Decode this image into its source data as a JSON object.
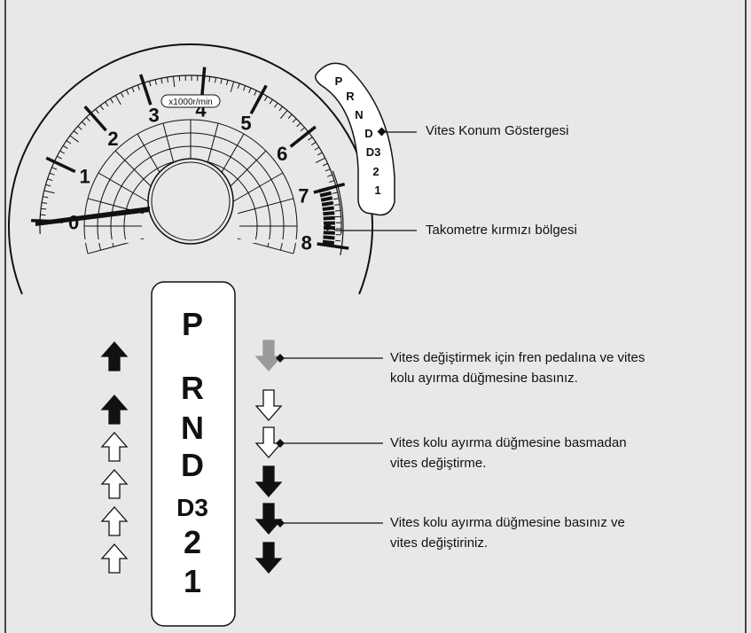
{
  "colors": {
    "background": "#e8e8e8",
    "stroke": "#111111",
    "panel": "#ffffff",
    "gray_arrow": "#9a9a9a"
  },
  "tachometer": {
    "tick_labels": [
      "0",
      "1",
      "2",
      "3",
      "4",
      "5",
      "6",
      "7",
      "8"
    ],
    "unit_label": "x1000r/min",
    "redline_from": 7,
    "redline_to": 8,
    "needle_value": 0
  },
  "gear_indicator": {
    "positions": [
      "P",
      "R",
      "N",
      "D",
      "D3",
      "2",
      "1"
    ],
    "callout": "Vites Konum Göstergesi"
  },
  "redzone_callout": "Takometre kırmızı bölgesi",
  "shift_panel": {
    "positions": [
      "P",
      "R",
      "N",
      "D",
      "D3",
      "2",
      "1"
    ],
    "left_arrows": [
      {
        "direction": "up",
        "style": "black"
      },
      {
        "direction": "up",
        "style": "black"
      },
      {
        "direction": "up",
        "style": "white"
      },
      {
        "direction": "up",
        "style": "white"
      },
      {
        "direction": "up",
        "style": "white"
      },
      {
        "direction": "up",
        "style": "white"
      }
    ],
    "right_arrows": [
      {
        "direction": "down",
        "style": "gray"
      },
      {
        "direction": "down",
        "style": "white"
      },
      {
        "direction": "down",
        "style": "white"
      },
      {
        "direction": "down",
        "style": "black"
      },
      {
        "direction": "down",
        "style": "black"
      },
      {
        "direction": "down",
        "style": "black"
      }
    ]
  },
  "legend": [
    {
      "style": "gray",
      "lines": [
        "Vites değiştirmek için fren pedalına ve vites",
        "kolu ayırma düğmesine basınız."
      ]
    },
    {
      "style": "white",
      "lines": [
        "Vites kolu ayırma düğmesine basmadan",
        "vites değiştirme."
      ]
    },
    {
      "style": "black",
      "lines": [
        "Vites kolu ayırma düğmesine basınız ve",
        "vites değiştiriniz."
      ]
    }
  ]
}
